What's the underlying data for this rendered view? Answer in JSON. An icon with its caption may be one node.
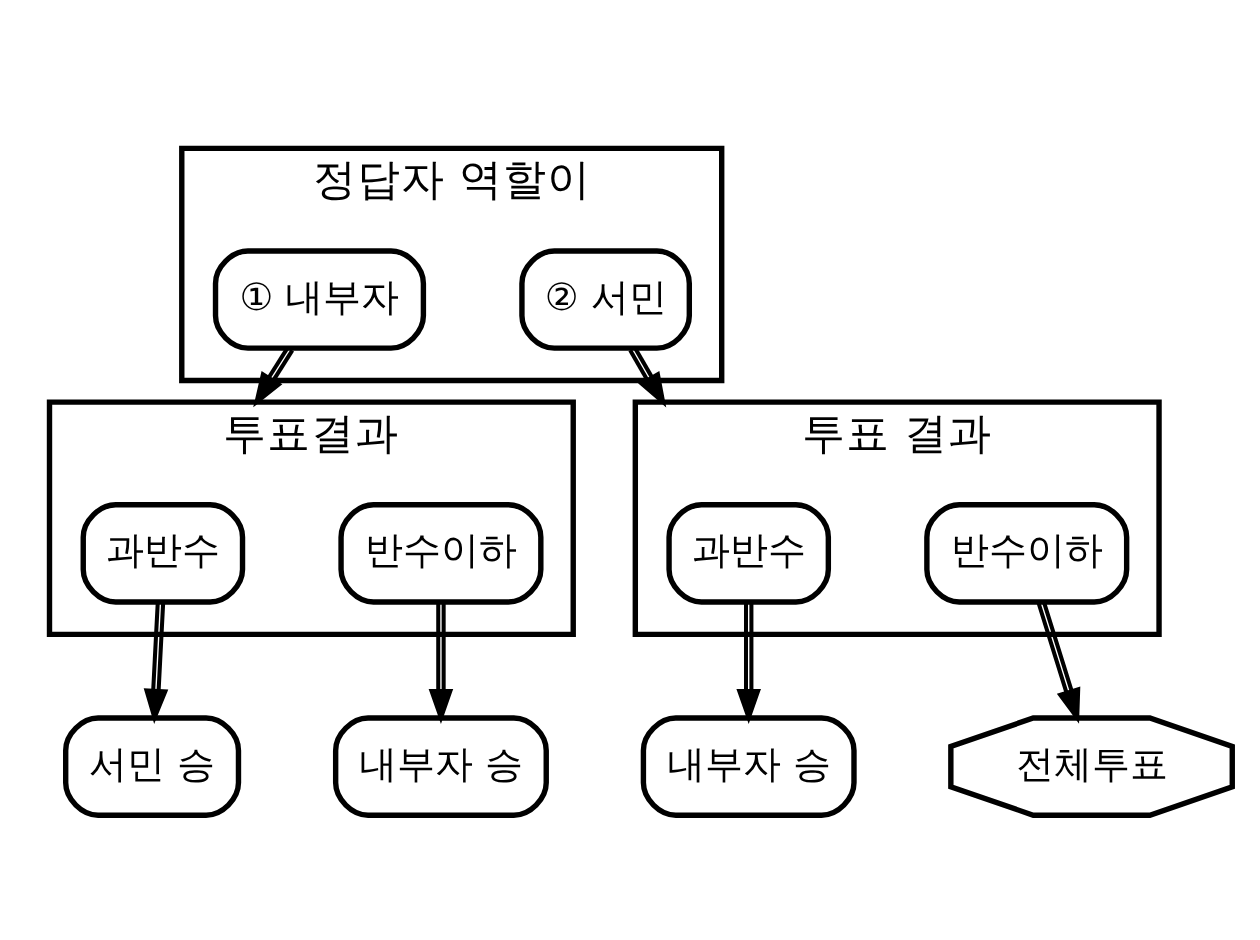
{
  "diagram": {
    "nodes": [
      {
        "text": [
          "정답자 역할이"
        ]
      },
      {
        "text": [
          "① 내부자"
        ],
        "in": 0
      },
      {
        "text": [
          "② 서민"
        ],
        "in": 0
      },
      {
        "text": [
          "투표결과"
        ]
      },
      {
        "text": [
          "과반수"
        ],
        "in": 3
      },
      {
        "text": [
          "반수이하"
        ],
        "in": 3
      },
      {
        "text": [
          "투표 결과"
        ]
      },
      {
        "text": [
          "과반수"
        ],
        "in": 6
      },
      {
        "text": [
          "반수이하"
        ],
        "in": 6
      },
      {
        "text": [
          "서민 승"
        ]
      },
      {
        "text": [
          "내부자 승"
        ]
      },
      {
        "text": [
          "내부자 승"
        ]
      },
      {
        "text": [
          "전체투표"
        ]
      }
    ],
    "edges": [
      {
        "from": 1,
        "to": 3,
        "arrow": "to"
      },
      {
        "from": 2,
        "to": 6,
        "arrow": "to"
      },
      {
        "from": 4,
        "to": 9,
        "arrow": "to"
      },
      {
        "from": 5,
        "to": 10,
        "arrow": "to"
      },
      {
        "from": 7,
        "to": 11,
        "arrow": "to"
      },
      {
        "from": 8,
        "to": 12,
        "arrow": "to"
      }
    ]
  }
}
